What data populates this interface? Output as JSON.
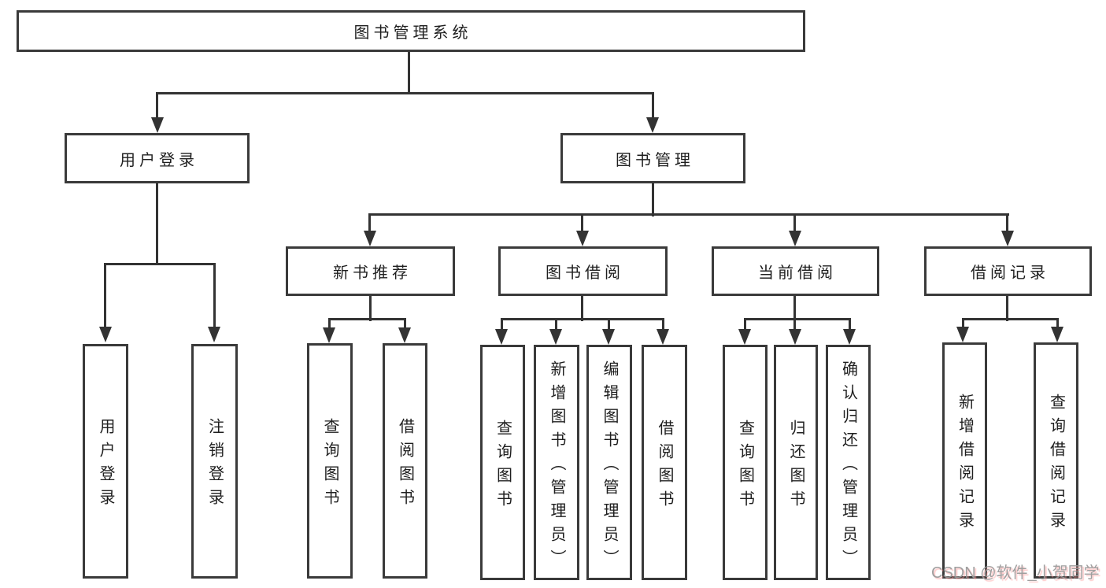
{
  "tree": {
    "label": "图书管理系统",
    "children": [
      {
        "label": "用户登录",
        "children": [
          {
            "label": "用户登录"
          },
          {
            "label": "注销登录"
          }
        ]
      },
      {
        "label": "图书管理",
        "children": [
          {
            "label": "新书推荐",
            "children": [
              {
                "label": "查询图书"
              },
              {
                "label": "借阅图书"
              }
            ]
          },
          {
            "label": "图书借阅",
            "children": [
              {
                "label": "查询图书"
              },
              {
                "label": "新增图书（管理员）"
              },
              {
                "label": "编辑图书（管理员）"
              },
              {
                "label": "借阅图书"
              }
            ]
          },
          {
            "label": "当前借阅",
            "children": [
              {
                "label": "查询图书"
              },
              {
                "label": "归还图书"
              },
              {
                "label": "确认归还（管理员）"
              }
            ]
          },
          {
            "label": "借阅记录",
            "children": [
              {
                "label": "新增借阅记录"
              },
              {
                "label": "查询借阅记录"
              }
            ]
          }
        ]
      }
    ]
  },
  "watermark": "CSDN @软件_小贺同学",
  "colors": {
    "background": "#ffffff",
    "line": "#333333",
    "box_border": "#3a3a3a",
    "text": "#1f1f1f",
    "watermark": "#9a9a9a"
  }
}
